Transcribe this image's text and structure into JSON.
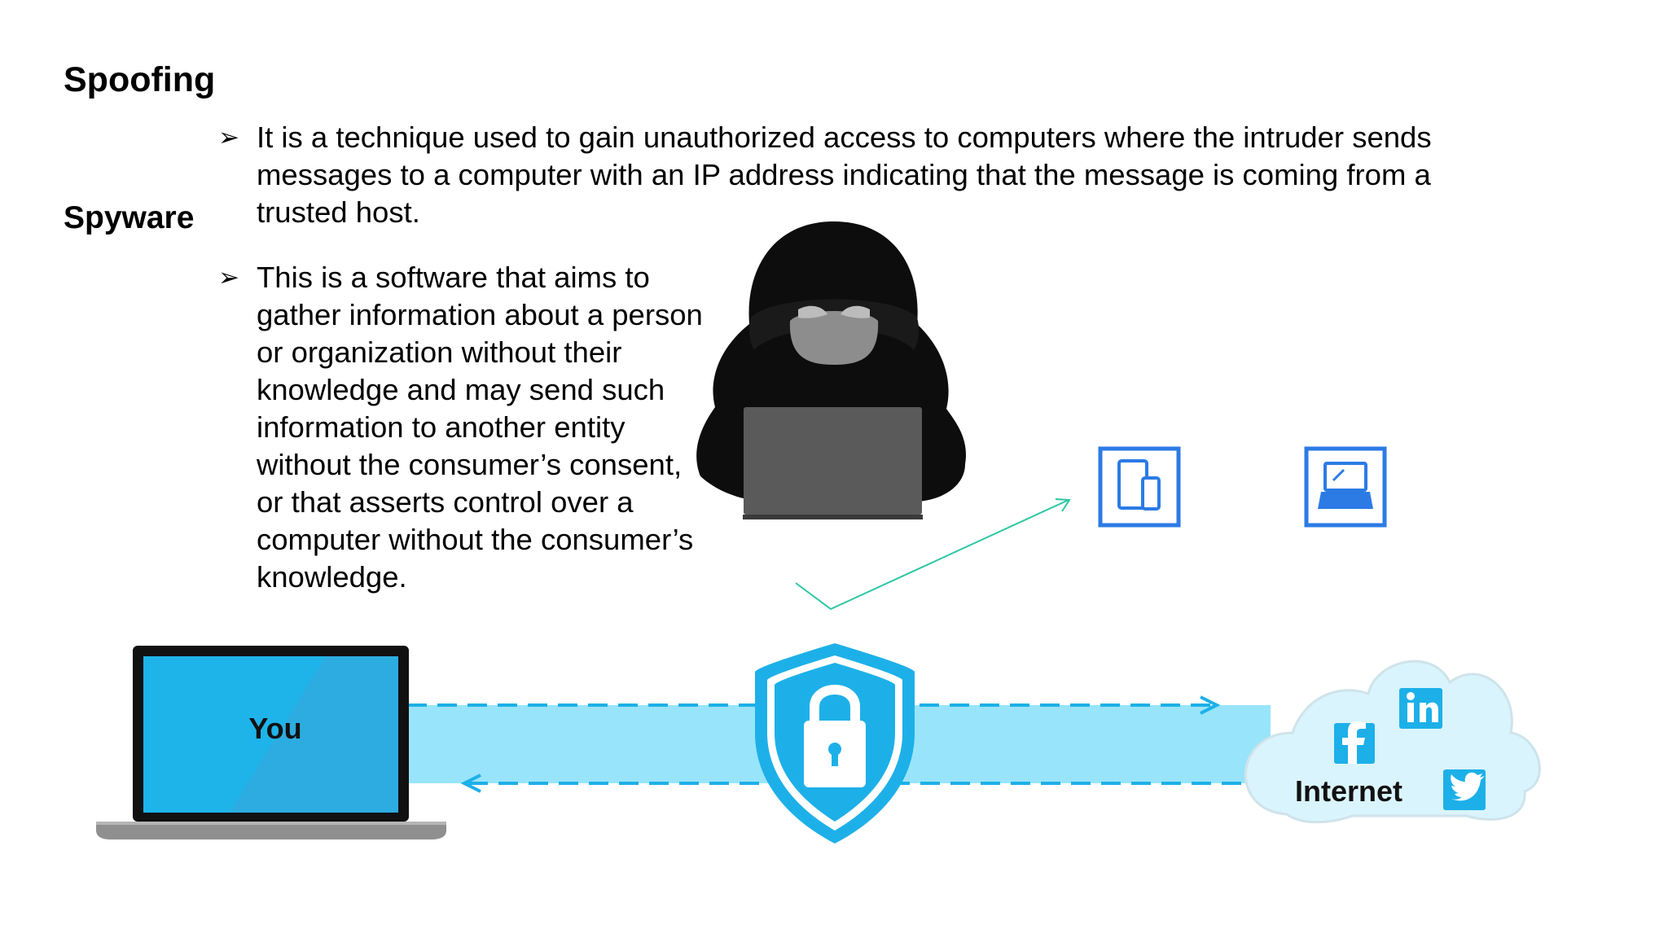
{
  "slide": {
    "heading_spoofing": "Spoofing",
    "heading_spyware": "Spyware",
    "bullet_marker": "➢",
    "spoofing_text": "It is a technique used to gain unauthorized access to computers where the intruder sends messages to a computer with an IP address indicating that the message is coming from a trusted host.",
    "spyware_text": "This is a software that aims to gather information about a person or organization without their knowledge and may send such information to another entity without the consumer’s consent, or that asserts control over a computer without the consumer’s knowledge."
  },
  "illustration": {
    "laptop_label": "You",
    "cloud_label": "Internet",
    "icons": [
      "hacker-figure-icon",
      "padlock-shield-icon",
      "mobile-devices-icon",
      "laptop-icon",
      "facebook-icon",
      "linkedin-icon",
      "twitter-icon"
    ],
    "colors": {
      "accent_blue": "#1db0e8",
      "light_blue_band": "#98e4fb",
      "screen_blue": "#1eb4ea",
      "device_box_blue": "#2c7be5",
      "teal_line": "#2cc6a2",
      "hacker_dark": "#0d0d0d",
      "cloud_fill": "#d9f4fd"
    }
  }
}
